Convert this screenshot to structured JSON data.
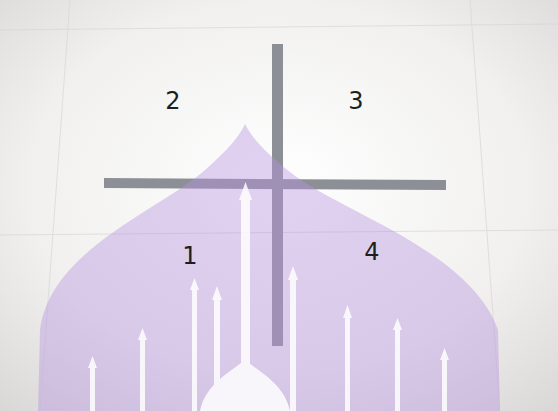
{
  "diagram": {
    "labels": [
      "2",
      "3",
      "1",
      "4"
    ]
  }
}
